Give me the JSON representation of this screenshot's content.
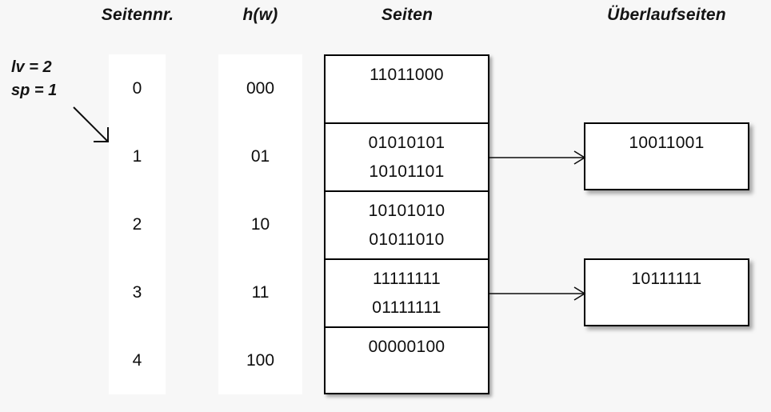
{
  "headers": {
    "seitennr": "Seitennr.",
    "hw": "h(w)",
    "seiten": "Seiten",
    "ueberlaufseiten": "Überlaufseiten"
  },
  "params": {
    "lv": "lv = 2",
    "sp": "sp = 1",
    "arrow_icon": "diagonal-arrow-icon"
  },
  "rows": [
    {
      "seitennr": "0",
      "hw": "000"
    },
    {
      "seitennr": "1",
      "hw": "01"
    },
    {
      "seitennr": "2",
      "hw": "10"
    },
    {
      "seitennr": "3",
      "hw": "11"
    },
    {
      "seitennr": "4",
      "hw": "100"
    }
  ],
  "pages": [
    {
      "slots": [
        "11011000",
        ""
      ]
    },
    {
      "slots": [
        "01010101",
        "10101101"
      ]
    },
    {
      "slots": [
        "10101010",
        "01011010"
      ]
    },
    {
      "slots": [
        "11111111",
        "01111111"
      ]
    },
    {
      "slots": [
        "00000100",
        ""
      ]
    }
  ],
  "overflow_pages": [
    {
      "from_page_index": 1,
      "slots": [
        "10011001"
      ]
    },
    {
      "from_page_index": 3,
      "slots": [
        "10111111"
      ]
    }
  ],
  "connectors": [
    {
      "icon": "arrow-right-icon",
      "from_page_index": 1
    },
    {
      "icon": "arrow-right-icon",
      "from_page_index": 3
    }
  ],
  "colors": {
    "background": "#f7f7f7",
    "surface": "#ffffff",
    "stroke": "#000000",
    "text": "#0d0d0d"
  }
}
